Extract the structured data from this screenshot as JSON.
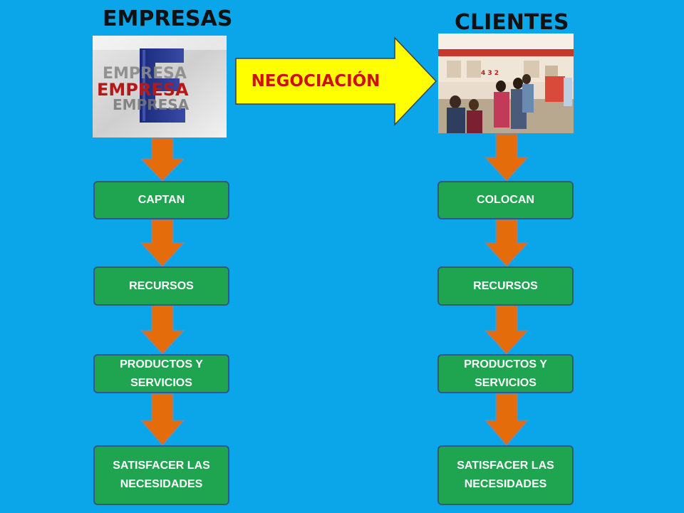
{
  "left": {
    "title": "EMPRESAS",
    "steps": [
      "CAPTAN",
      "RECURSOS",
      "PRODUCTOS Y SERVICIOS",
      "SATISFACER LAS NECESIDADES"
    ],
    "logo_lines": [
      "EMPRESA",
      "EMPRESA",
      "EMPRESA"
    ]
  },
  "right": {
    "title": "CLIENTES",
    "steps": [
      "COLOCAN",
      "RECURSOS",
      "PRODUCTOS Y SERVICIOS",
      "SATISFACER LAS NECESIDADES"
    ],
    "photo_numbers": "4 3 2"
  },
  "center": {
    "label": "NEGOCIACIÓN"
  },
  "colors": {
    "background": "#0BA5E9",
    "node_fill": "#1FA54F",
    "node_border": "#2E5A84",
    "arrow_fill": "#E46C0A",
    "negotiation_arrow_fill": "#FFFF00",
    "negotiation_text": "#D01010"
  },
  "icons": {
    "company_logo": "empresa-logo-image",
    "clients_photo": "bank-counter-photo"
  }
}
